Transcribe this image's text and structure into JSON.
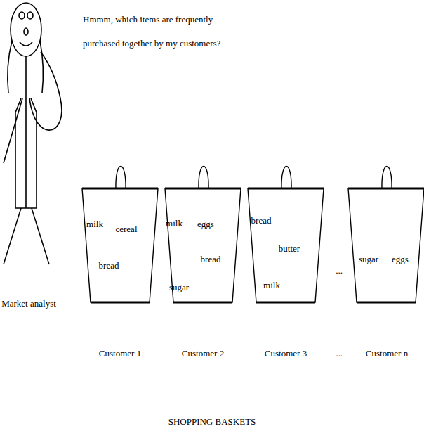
{
  "diagram": {
    "caption": "SHOPPING BASKETS",
    "nodes": [
      {
        "text": [
          "milk",
          "cereal",
          "bread"
        ]
      },
      {
        "text": [
          "milk",
          "eggs",
          "bread",
          "sugar"
        ]
      },
      {
        "text": [
          "bread",
          "butter",
          "milk"
        ]
      },
      {
        "text": [
          "sugar",
          "eggs"
        ]
      }
    ],
    "labels": [
      "Hmmm, which items are frequently purchased together by my customers?",
      "Market analyst",
      "...",
      "Customer 1",
      "Customer 2",
      "Customer 3",
      "...",
      "Customer n"
    ]
  }
}
